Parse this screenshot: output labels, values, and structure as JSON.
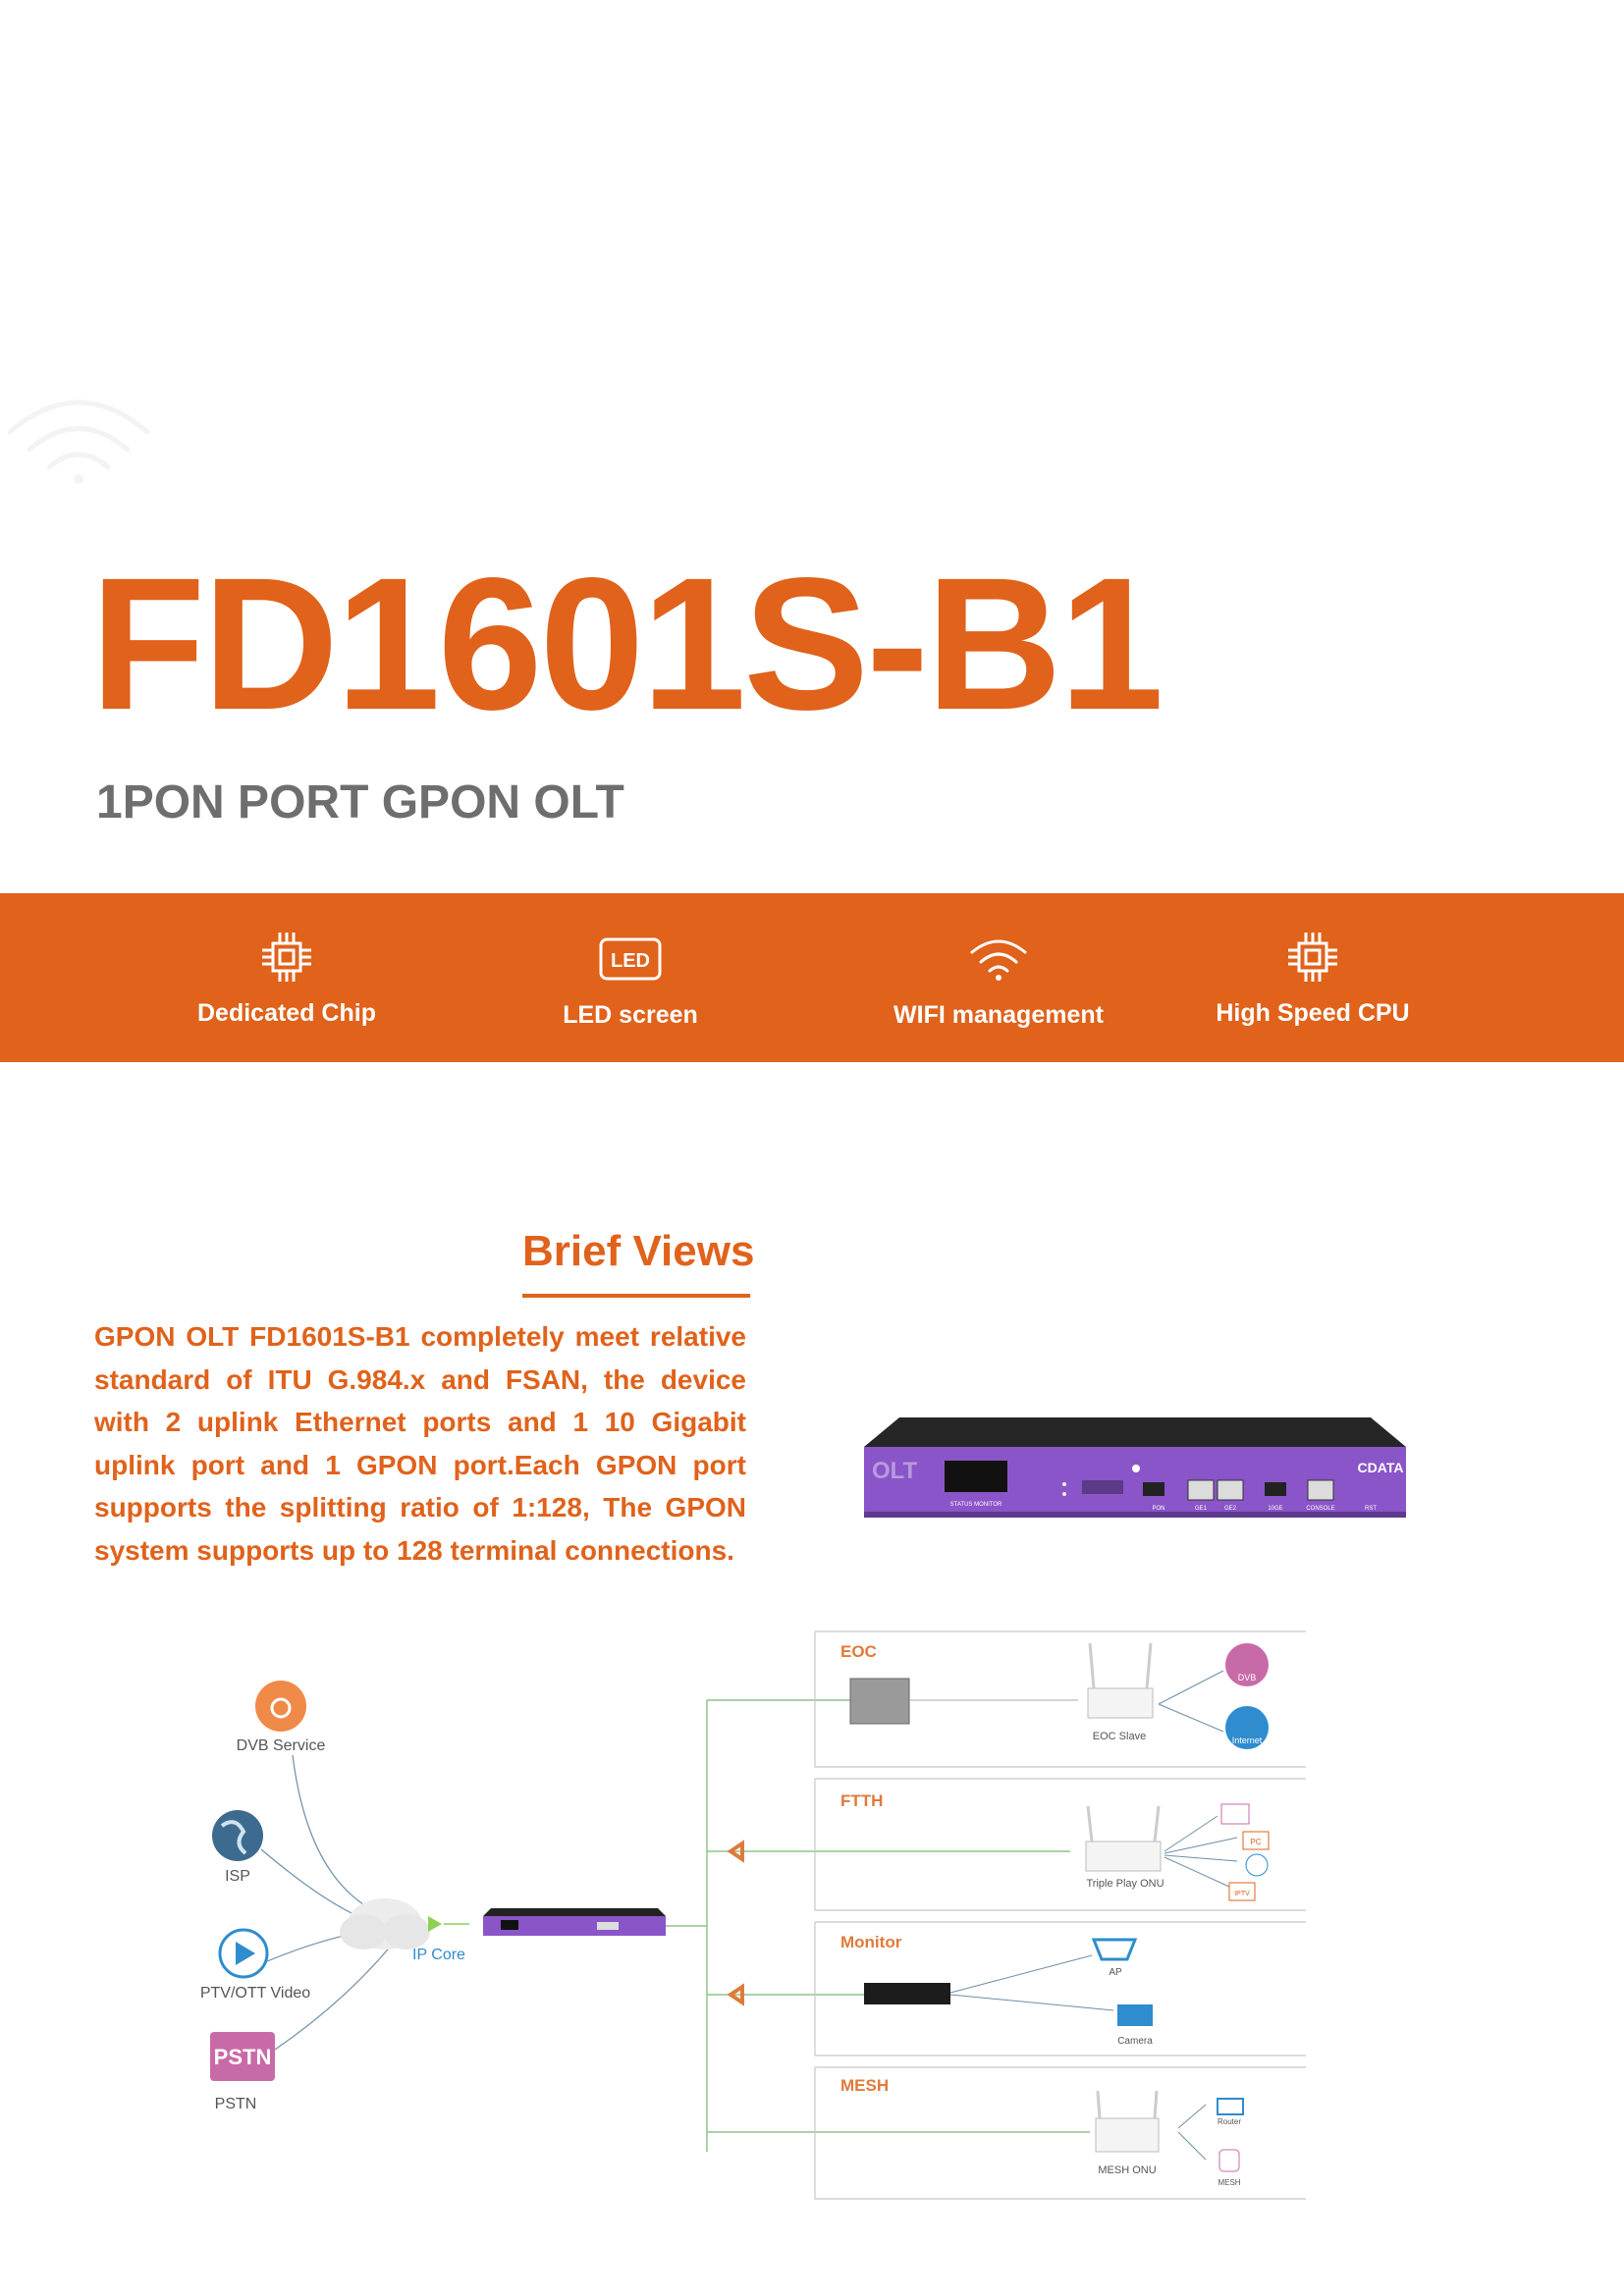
{
  "product": {
    "model": "FD1601S-B1",
    "subtitle": "1PON PORT GPON OLT"
  },
  "features": [
    {
      "label": "Dedicated Chip",
      "icon": "chip-icon"
    },
    {
      "label": "LED screen",
      "icon": "led-icon",
      "badge": "LED"
    },
    {
      "label": "WIFI management",
      "icon": "wifi-icon"
    },
    {
      "label": "High Speed CPU",
      "icon": "cpu-icon"
    }
  ],
  "brief_views": {
    "heading": "Brief Views",
    "text": "GPON OLT FD1601S-B1 completely meet relative standard of ITU G.984.x and FSAN, the device with 2 uplink Ethernet ports and 1 10 Gigabit uplink port and 1 GPON port.Each GPON port supports the splitting ratio of 1:128, The GPON system supports up to 128 terminal connections."
  },
  "device_panel": {
    "badge": "OLT",
    "brand": "CDATA",
    "screen_label": "STATUS MONITOR",
    "ports": [
      "PON",
      "GE1",
      "GE2",
      "10GE",
      "CONSOLE",
      "RST"
    ]
  },
  "network": {
    "services": [
      {
        "label": "DVB Service",
        "icon": "dvb-service-icon"
      },
      {
        "label": "ISP",
        "icon": "globe-icon"
      },
      {
        "label": "PTV/OTT Video",
        "icon": "video-icon"
      },
      {
        "label": "PSTN",
        "icon": "pstn-icon",
        "badge": "PSTN"
      }
    ],
    "core_label": "IP Core",
    "sections": [
      {
        "title": "EOC",
        "node": "EOC Slave",
        "endpoints": [
          "DVB",
          "Internet"
        ]
      },
      {
        "title": "FTTH",
        "node": "Triple Play ONU",
        "endpoints": [
          "PC",
          "IPTV"
        ]
      },
      {
        "title": "Monitor",
        "node": "",
        "endpoints": [
          "AP",
          "Camera"
        ]
      },
      {
        "title": "MESH",
        "node": "MESH ONU",
        "endpoints": [
          "Router",
          "MESH"
        ]
      }
    ]
  },
  "colors": {
    "brand_orange": "#e0621b",
    "subtitle_gray": "#6e6e6e",
    "device_purple": "#8a55c8",
    "section_title": "#e07a3a"
  }
}
